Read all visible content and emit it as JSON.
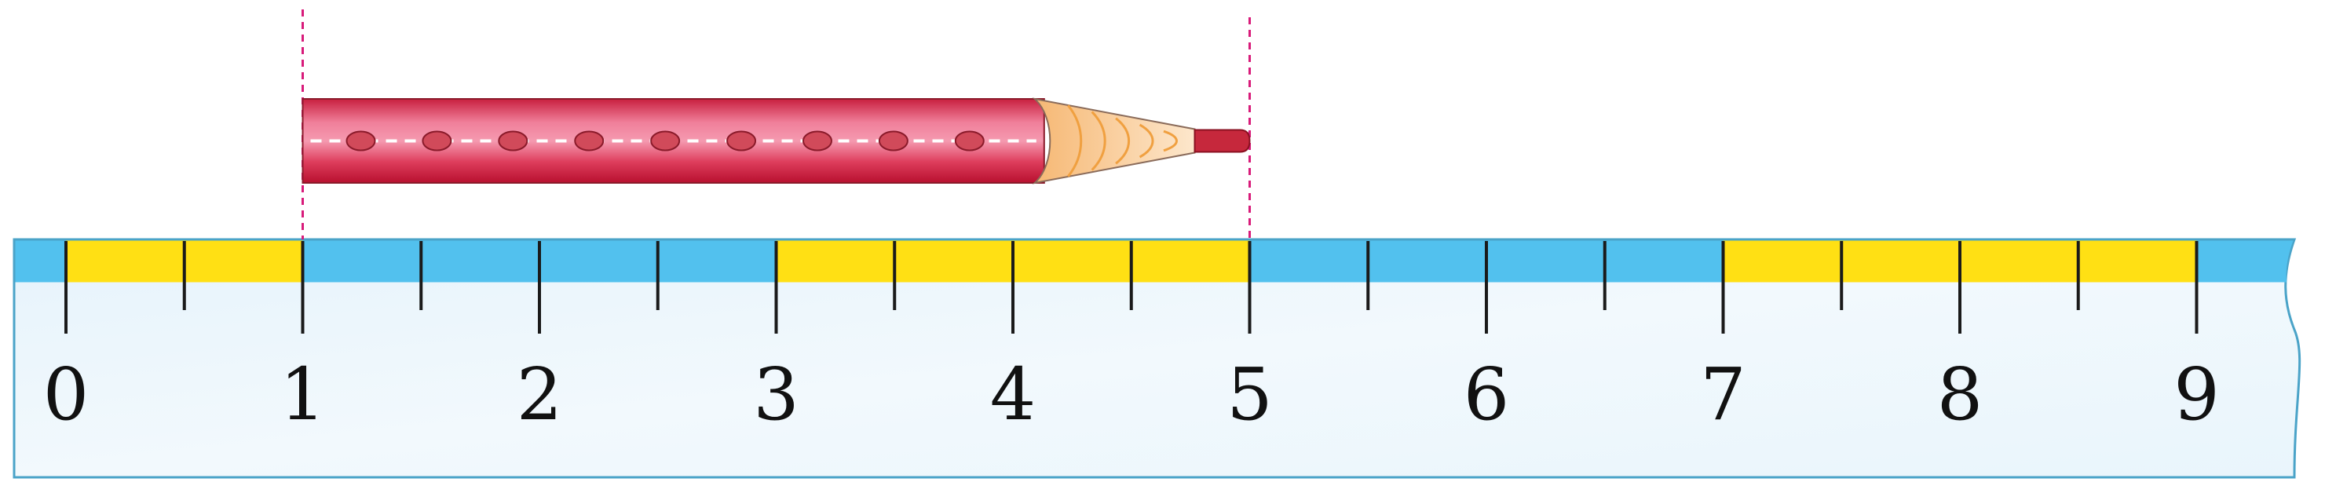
{
  "ruler": {
    "labels": [
      "0",
      "1",
      "2",
      "3",
      "4",
      "5",
      "6",
      "7",
      "8",
      "9"
    ],
    "min": 0,
    "max": 9,
    "half_ticks": true,
    "band_colors": [
      "#ffe014",
      "#52c1ee"
    ]
  },
  "pencil": {
    "start_value": 1,
    "end_value": 5,
    "body_color": "#d62a48",
    "tip_color": "#c6283c",
    "wood_color": "#f8c890"
  },
  "guides": {
    "values": [
      1,
      5
    ],
    "color": "#d81b7a"
  }
}
